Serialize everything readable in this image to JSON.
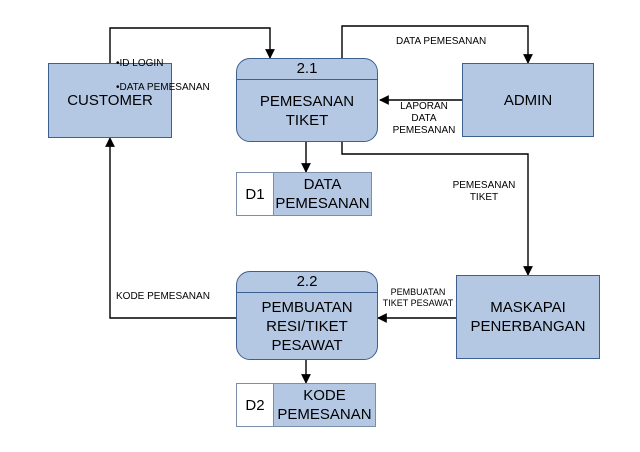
{
  "entities": {
    "customer": "CUSTOMER",
    "admin": "ADMIN",
    "maskapai": "MASKAPAI\nPENERBANGAN"
  },
  "processes": [
    {
      "id": "2.1",
      "label": "PEMESANAN\nTIKET"
    },
    {
      "id": "2.2",
      "label": "PEMBUATAN\nRESI/TIKET\nPESAWAT"
    }
  ],
  "stores": [
    {
      "id": "D1",
      "name": "DATA\nPEMESANAN"
    },
    {
      "id": "D2",
      "name": "KODE\nPEMESANAN"
    }
  ],
  "flows": {
    "customer_to_21": [
      "ID LOGIN",
      "DATA PEMESANAN"
    ],
    "21_to_admin": "DATA PEMESANAN",
    "admin_to_21": "LAPORAN\nDATA\nPEMESANAN",
    "21_to_maskapai": "PEMESANAN\nTIKET",
    "maskapai_to_22": "PEMBUATAN\nTIKET PESAWAT",
    "22_to_customer": "KODE PEMESANAN"
  },
  "colors": {
    "box_fill": "#b4c8e4",
    "box_border": "#3e6090",
    "line": "#000000"
  }
}
